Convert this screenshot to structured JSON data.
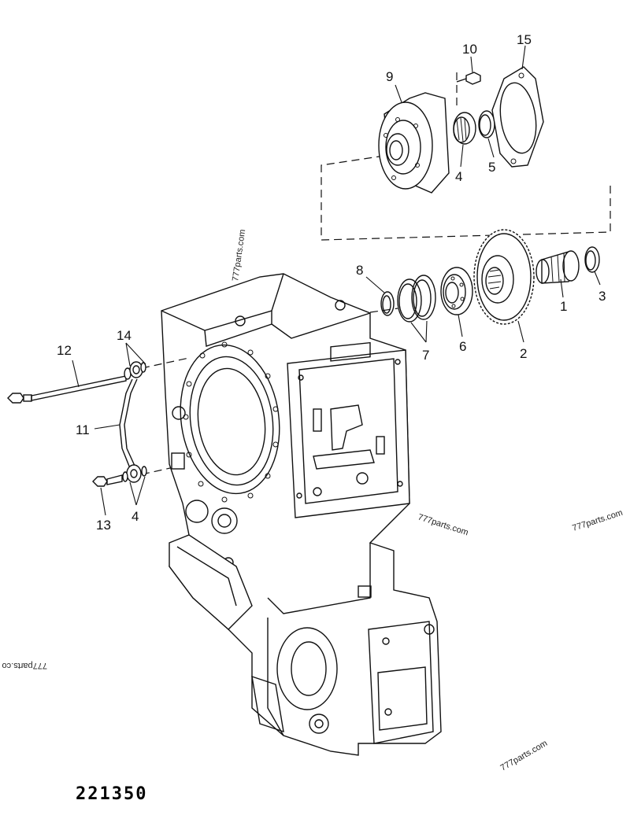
{
  "diagram": {
    "drawing_number": "221350",
    "callouts": [
      "1",
      "2",
      "3",
      "4",
      "5",
      "6",
      "7",
      "8",
      "9",
      "10",
      "11",
      "12",
      "13",
      "14",
      "15",
      "4"
    ],
    "watermarks": [
      "777parts.com",
      "777parts.com",
      "777parts.com",
      "777parts.com",
      "777parts.co"
    ]
  }
}
